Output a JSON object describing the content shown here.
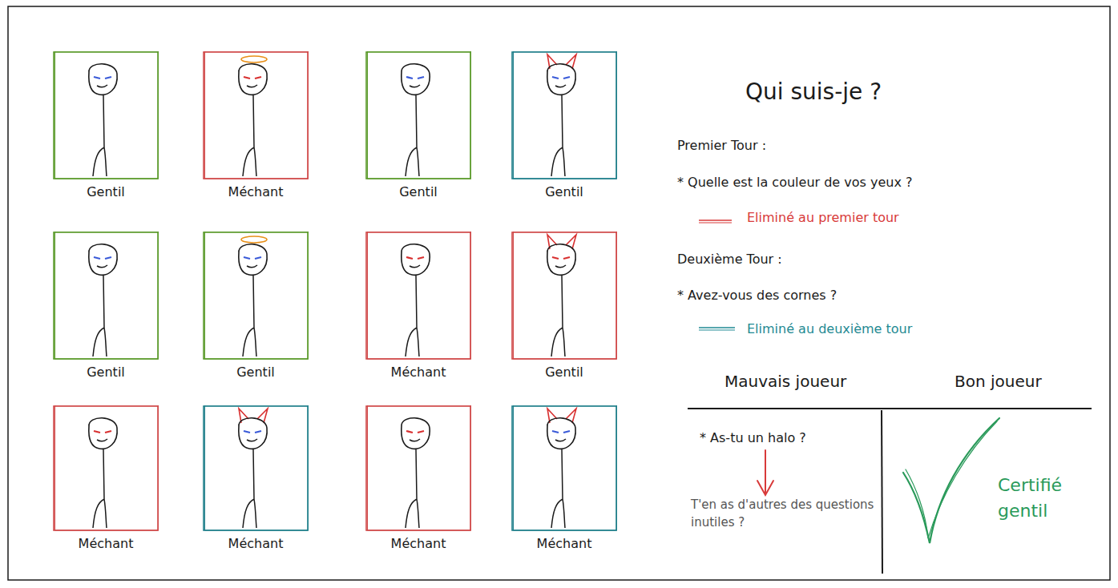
{
  "diagram": {
    "title": "Qui suis-je ?",
    "nodes": [
      {
        "text": [
          "Gentil"
        ]
      },
      {
        "text": [
          "Méchant"
        ]
      },
      {
        "text": [
          "Gentil"
        ]
      },
      {
        "text": [
          "Gentil"
        ]
      },
      {
        "text": [
          "Gentil"
        ]
      },
      {
        "text": [
          "Gentil"
        ]
      },
      {
        "text": [
          "Méchant"
        ]
      },
      {
        "text": [
          "Gentil"
        ]
      },
      {
        "text": [
          "Méchant"
        ]
      },
      {
        "text": [
          "Méchant"
        ]
      },
      {
        "text": [
          "Méchant"
        ]
      },
      {
        "text": [
          "Méchant"
        ]
      }
    ],
    "labels": [
      "Premier Tour :",
      "* Quelle est la couleur de vos yeux ?",
      "Deuxième Tour :",
      "* Avez-vous des cornes ?",
      "Mauvais joueur",
      "Bon joueur",
      "* As-tu un halo ?",
      "T'en as d'autres des questions inutiles ?",
      "Certifié gentil"
    ],
    "legend": [
      {
        "text": "Eliminé au premier tour"
      },
      {
        "text": "Eliminé au deuxième tour"
      }
    ]
  }
}
